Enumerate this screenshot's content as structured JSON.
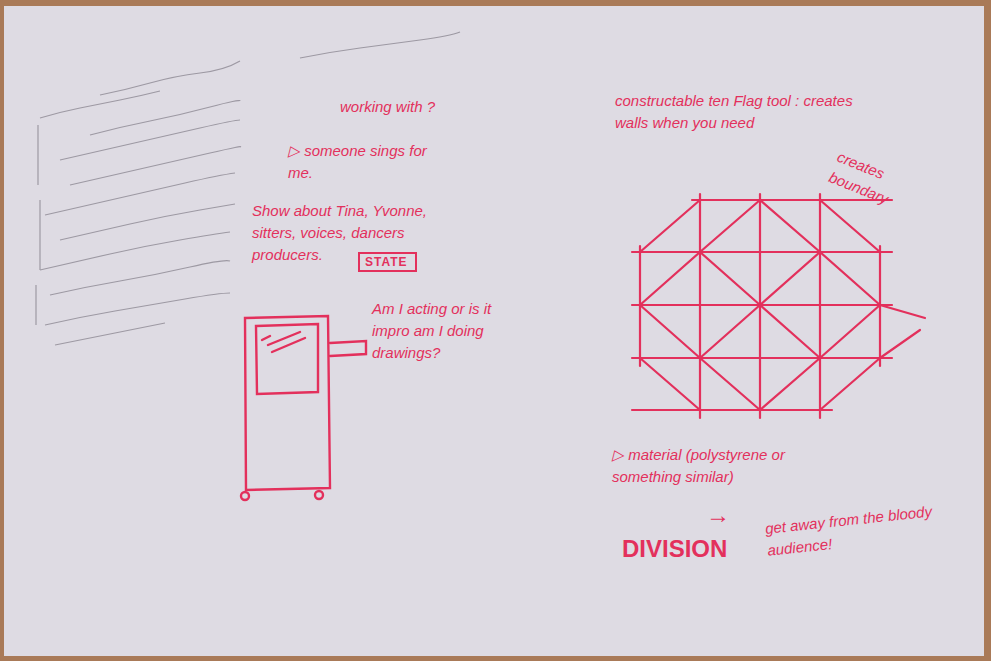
{
  "diagram": {
    "nodes": [
      {
        "text": [
          "STATE"
        ]
      }
    ],
    "labels": [
      "working with ?",
      "▷ someone sings for me.",
      "Show about Tina, Yvonne, sitters, voices, dancers producers.",
      "Am I acting or is it impro am I doing drawings?",
      "constructable ten Flag tool : creates walls when you need",
      "creates boundary",
      "▷ material (polystyrene or something similar)",
      "→",
      "DIVISION",
      "get away from the bloody audience!"
    ]
  }
}
